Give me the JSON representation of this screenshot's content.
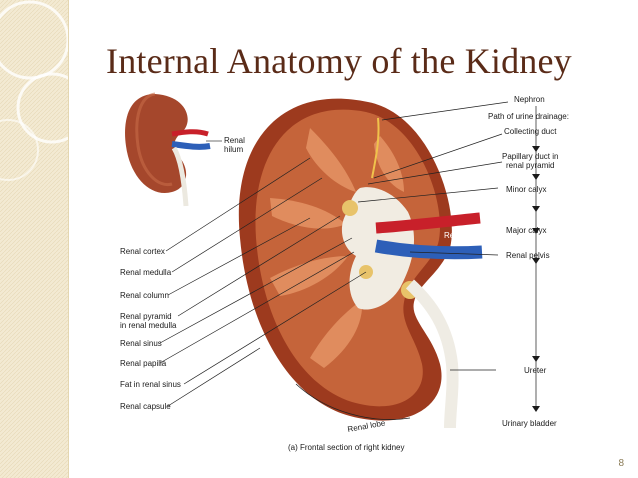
{
  "slide": {
    "title": "Internal Anatomy of the Kidney",
    "page_number": "8"
  },
  "figure": {
    "caption": "(a) Frontal section of right kidney",
    "inset_labels": {
      "renal_hilum_line1": "Renal",
      "renal_hilum_line2": "hilum"
    },
    "left_labels": {
      "renal_cortex": "Renal cortex",
      "renal_medulla": "Renal medulla",
      "renal_column": "Renal column",
      "renal_pyramid_line1": "Renal pyramid",
      "renal_pyramid_line2": "in renal medulla",
      "renal_sinus": "Renal sinus",
      "renal_papilla": "Renal papilla",
      "fat_in_renal_sinus": "Fat in renal sinus",
      "renal_capsule": "Renal capsule"
    },
    "right_labels": {
      "nephron": "Nephron",
      "path_of_urine_drainage": "Path of urine drainage:",
      "collecting_duct": "Collecting duct",
      "papillary_duct_line1": "Papillary duct in",
      "papillary_duct_line2": "renal pyramid",
      "minor_calyx": "Minor calyx",
      "major_calyx": "Major calyx",
      "renal_pelvis": "Renal pelvis",
      "ureter": "Ureter",
      "urinary_bladder": "Urinary bladder"
    },
    "in_figure_labels": {
      "renal_artery": "Renal artery",
      "renal_vein": "Renal vein",
      "renal_lobe": "Renal lobe"
    }
  }
}
